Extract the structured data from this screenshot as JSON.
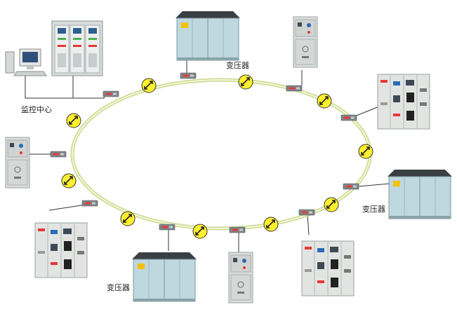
{
  "labels": {
    "control_center": "监控中心",
    "transformer_top": "变压器",
    "transformer_right": "变压器",
    "transformer_bottom": "变压器"
  },
  "colors": {
    "ring_outer": "#c9d98a",
    "ring_inner": "#f4f7df",
    "repeater_fill": "#ffef2e",
    "repeater_stroke": "#333333",
    "node_box": "#7d8589",
    "node_led": "#e53935",
    "cabinet": "#dcdedb",
    "kiosk_wall": "#bfd7de",
    "kiosk_roof": "#3a3f44",
    "wire": "#333333"
  },
  "icons": {
    "repeater": "fiber-repeater-icon",
    "node": "optical-node-icon",
    "computer": "computer-icon",
    "server_rack": "server-rack-icon",
    "switchgear": "switchgear-cabinet-icon",
    "transformer": "box-transformer-icon"
  }
}
